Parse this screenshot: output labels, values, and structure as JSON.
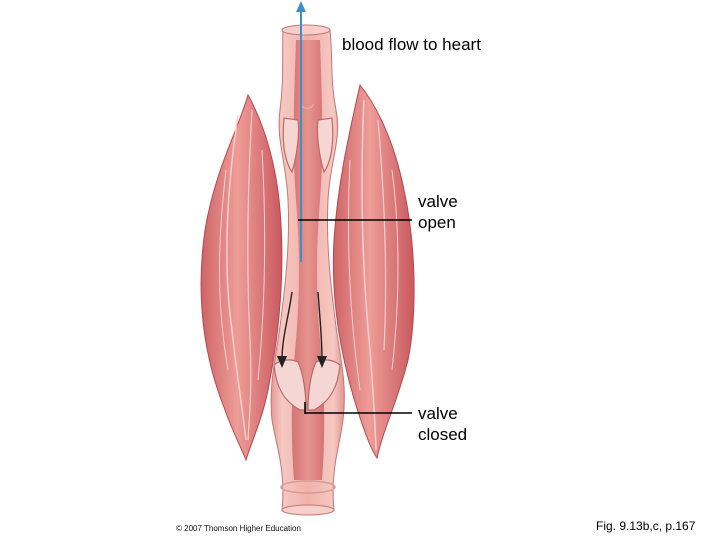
{
  "labels": {
    "blood_flow": "blood flow to heart",
    "valve_open_line1": "valve",
    "valve_open_line2": "open",
    "valve_closed_line1": "valve",
    "valve_closed_line2": "closed"
  },
  "footer": {
    "copyright": "© 2007 Thomson Higher Education",
    "figure_ref": "Fig. 9.13b,c, p.167"
  },
  "colors": {
    "muscle": "#e58a8a",
    "muscle_dark": "#c9595e",
    "vein_wall": "#f3b9b5",
    "vein_lumen": "#d56d6f",
    "valve": "#f6d6d2",
    "flow_arrow": "#3d8fc9",
    "leader_line": "#000000"
  }
}
